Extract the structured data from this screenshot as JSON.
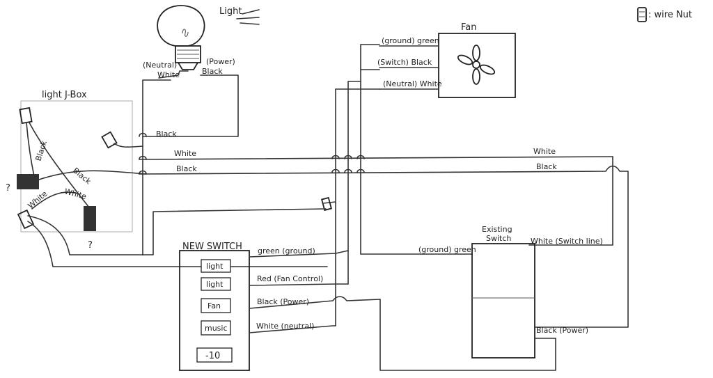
{
  "legend": {
    "text": ": wire Nut"
  },
  "light": {
    "title": "Light",
    "neutral": "(Neutral)",
    "white": "White",
    "power": "(Power)",
    "black": "Black"
  },
  "jbox": {
    "title": "light J-Box",
    "black1": "Black",
    "black2": "Black",
    "white": "White",
    "question": "?"
  },
  "fan": {
    "title": "Fan",
    "ground": "(ground) green",
    "switch": "(Switch) Black",
    "neutral": "(Neutral) White"
  },
  "runs": {
    "black_top": "Black",
    "white_mid": "White",
    "black_mid": "Black",
    "white_right": "White",
    "black_right": "Black"
  },
  "new_switch": {
    "title": "NEW SWITCH",
    "buttons": [
      "light",
      "light",
      "Fan",
      "music",
      "-10"
    ],
    "green": "green (ground)",
    "red": "Red (Fan Control)",
    "black": "Black (Power)",
    "white": "White (neutral)"
  },
  "existing_switch": {
    "title_line1": "Existing",
    "title_line2": "Switch",
    "ground": "(ground) green",
    "white": "White (Switch line)",
    "black": "Black (Power)"
  }
}
